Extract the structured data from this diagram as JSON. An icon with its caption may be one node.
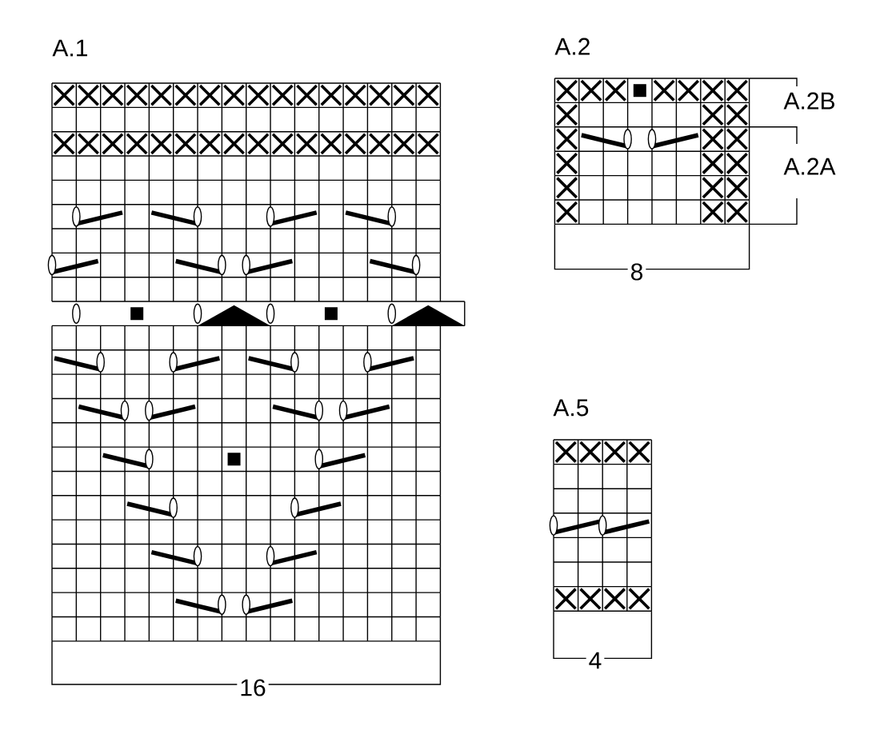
{
  "diagram": {
    "labels": [
      "A.1",
      "16",
      "A.2",
      "A.2B",
      "A.2A",
      "8",
      "A.5",
      "4"
    ]
  }
}
